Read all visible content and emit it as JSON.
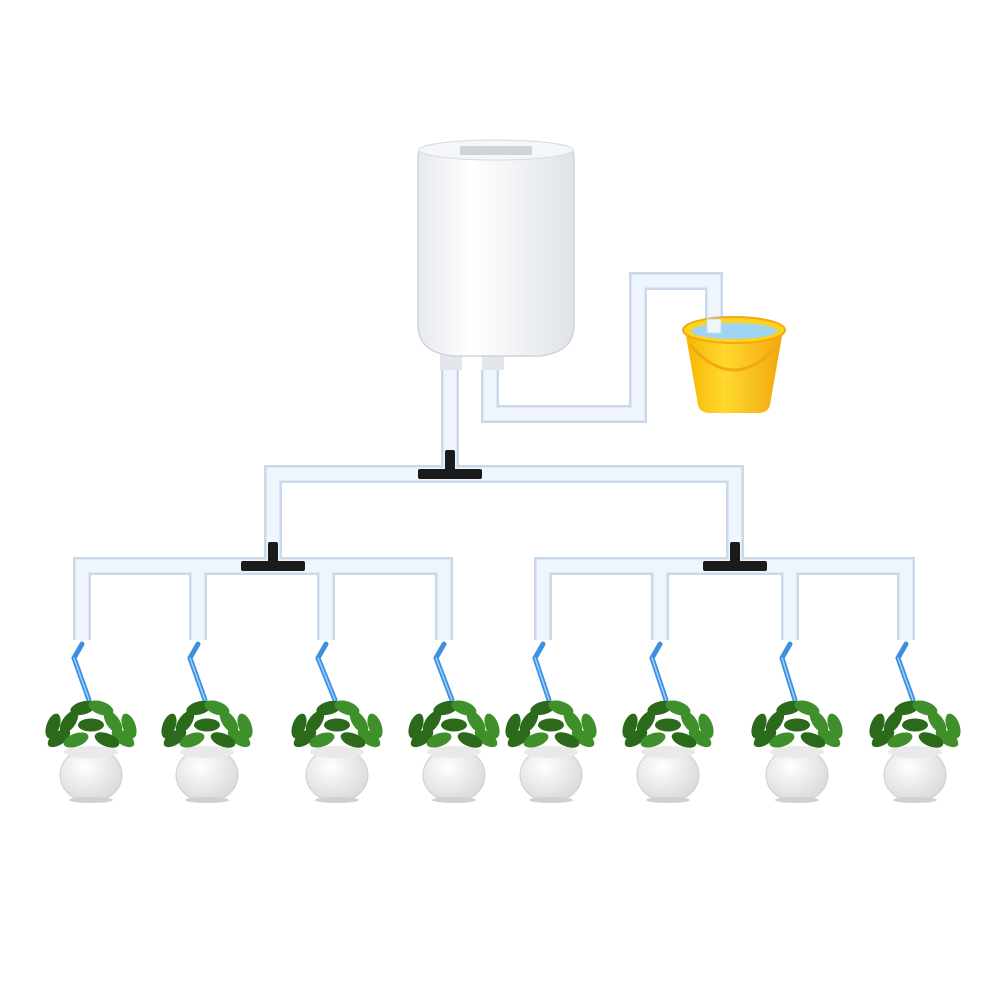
{
  "colors": {
    "background": "#ffffff",
    "tube": "#eaf2fb",
    "tube_edge": "#c9d9ea",
    "pump_body": "#f7f8fa",
    "pump_shadow": "#d9dde3",
    "connector": "#1b1b1b",
    "bucket": "#ffd21f",
    "bucket_shadow": "#f3a712",
    "water": "#9fd4f5",
    "dripper": "#3d8fe0",
    "leaf": "#3f8f2a",
    "leaf_dark": "#2b6a1b",
    "pot": "#f4f4f4"
  },
  "icons": {
    "pump": "water-pump-icon",
    "bucket": "bucket-icon",
    "connector": "tee-connector-icon",
    "dripper": "drip-nozzle-icon",
    "plant": "potted-plant-icon"
  },
  "diagram": {
    "plant_count": 8,
    "branch_groups": 2,
    "plants_per_group": 4
  }
}
